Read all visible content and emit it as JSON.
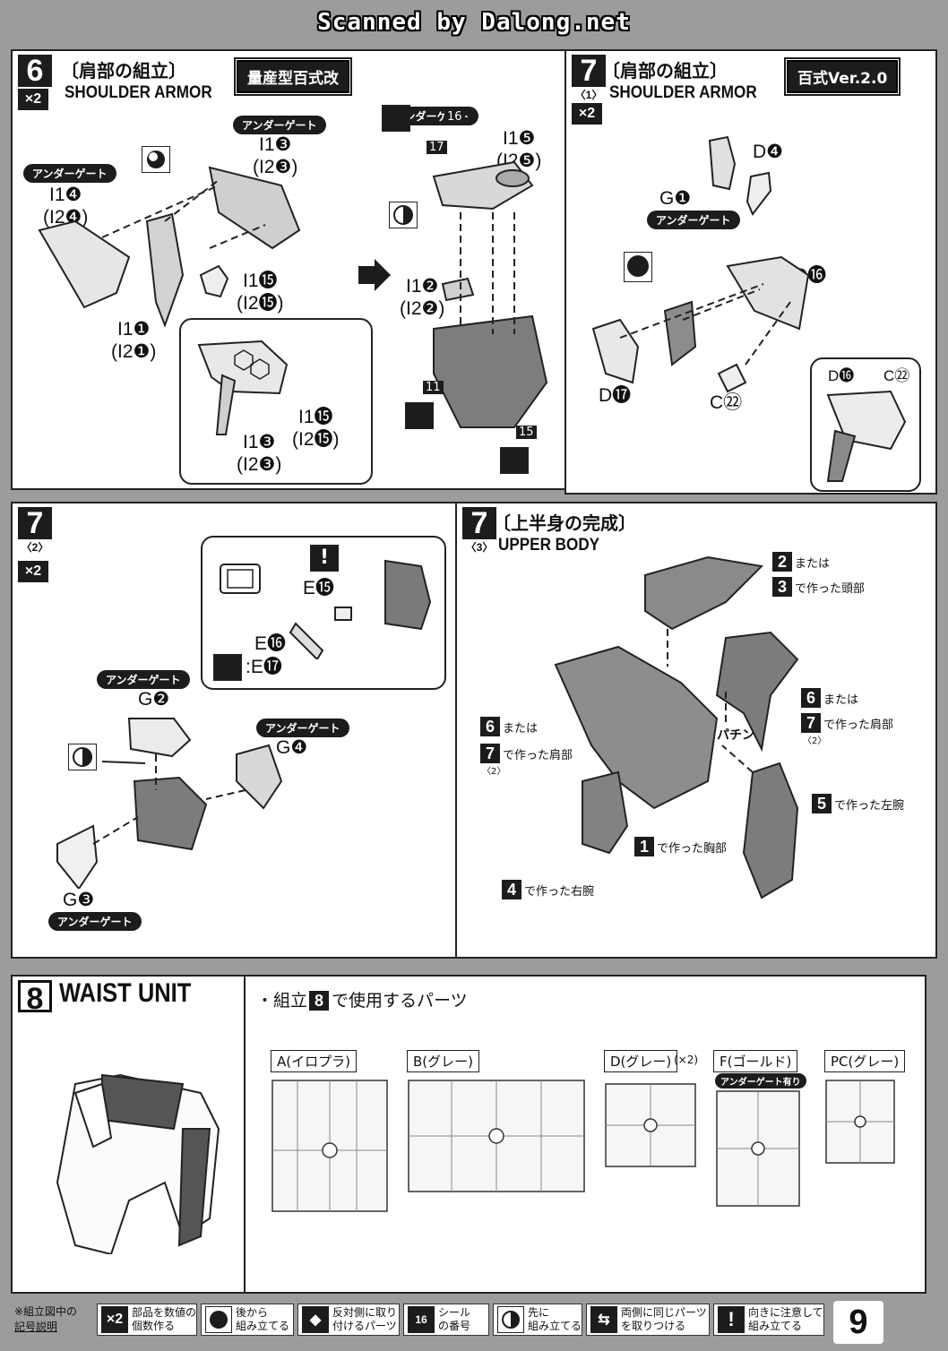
{
  "watermark": "Scanned by Dalong.net",
  "step6": {
    "number": "6",
    "count": "×2",
    "jp_title": "〔肩部の組立〕",
    "en_title": "SHOULDER ARMOR",
    "model_badge": "量産型百式改",
    "gate_labels": [
      "アンダーゲート",
      "アンダーゲート",
      "アンダーゲート"
    ],
    "parts": {
      "i1_4": "I1❹",
      "i2_4": "(I2❹)",
      "i1_3": "I1❸",
      "i2_3": "(I2❸)",
      "i1_1": "I1❶",
      "i2_1": "(I2❶)",
      "i1_15": "I1⓯",
      "i2_15": "(I2⓯)",
      "i1_15b": "I1⓯",
      "i2_15b": "(I2⓯)",
      "i1_3b": "I1❸",
      "i2_3b": "(I2❸)",
      "i1_5": "I1❺",
      "i2_5": "(I2❺)",
      "i1_2": "I1❷",
      "i2_2": "(I2❷)"
    },
    "seal_refs": [
      "16",
      "17",
      "11",
      "15"
    ]
  },
  "step7_1": {
    "number": "7",
    "sub": "〈1〉",
    "count": "×2",
    "jp_title": "〔肩部の組立〕",
    "en_title": "SHOULDER ARMOR",
    "model_badge": "百式Ver.2.0",
    "gate_label": "アンダーゲート",
    "parts": {
      "d4": "D❹",
      "g1": "G❶",
      "d16": "D⓰",
      "d17": "D⓱",
      "c22": "C㉒",
      "inset_d16": "D⓰",
      "inset_c22": "C㉒"
    }
  },
  "step7_2": {
    "number": "7",
    "sub": "〈2〉",
    "count": "×2",
    "gate_labels": [
      "アンダーゲート",
      "アンダーゲート",
      "アンダーゲート"
    ],
    "parts": {
      "e15": "E⓯",
      "e16": "E⓰",
      "e17": ":E⓱",
      "g2": "G❷",
      "g4": "G❹",
      "g3": "G❸"
    }
  },
  "step7_3": {
    "number": "7",
    "sub": "〈3〉",
    "jp_title": "〔上半身の完成〕",
    "en_title": "UPPER BODY",
    "callouts": {
      "head_a_num": "2",
      "head_a_txt": "または",
      "head_b_num": "3",
      "head_b_txt": "で作った頭部",
      "lshoulder_a_num": "6",
      "lshoulder_a_txt": "または",
      "lshoulder_b_num": "7",
      "lshoulder_b_sub": "〈2〉",
      "lshoulder_b_txt": "で作った肩部",
      "rshoulder_a_num": "6",
      "rshoulder_a_txt": "または",
      "rshoulder_b_num": "7",
      "rshoulder_b_sub": "〈2〉",
      "rshoulder_b_txt": "で作った肩部",
      "left_arm_num": "5",
      "left_arm_txt": "で作った左腕",
      "chest_num": "1",
      "chest_txt": "で作った胸部",
      "right_arm_num": "4",
      "right_arm_txt": "で作った右腕",
      "snap": "パチン"
    }
  },
  "step8": {
    "number": "8",
    "title": "WAIST UNIT",
    "parts_heading_pre": "・組立",
    "parts_heading_num": "8",
    "parts_heading_post": "で使用するパーツ",
    "runners": [
      {
        "label": "A(イロプラ)"
      },
      {
        "label": "B(グレー)"
      },
      {
        "label": "D(グレー)",
        "note": "(×2)"
      },
      {
        "label": "F(ゴールド)",
        "note": "アンダーゲート有り"
      },
      {
        "label": "PC(グレー)"
      }
    ]
  },
  "legend": {
    "title_line1": "※組立図中の",
    "title_line2": "記号説明",
    "items": [
      {
        "icon": "×2",
        "icon_name": "multiply-icon",
        "text1": "部品を数値の",
        "text2": "個数作る"
      },
      {
        "icon": "●",
        "icon_name": "rear-assembly-icon",
        "text1": "後から",
        "text2": "組み立てる"
      },
      {
        "icon": "◆",
        "icon_name": "opposite-side-icon",
        "text1": "反対側に取り",
        "text2": "付けるパーツ"
      },
      {
        "icon": "16",
        "icon_name": "seal-icon",
        "text1": "シール",
        "text2": "の番号"
      },
      {
        "icon": "◐",
        "icon_name": "pre-assembly-icon",
        "text1": "先に",
        "text2": "組み立てる"
      },
      {
        "icon": "⇆",
        "icon_name": "both-sides-icon",
        "text1": "両側に同じパーツ",
        "text2": "を取りつける"
      },
      {
        "icon": "!",
        "icon_name": "caution-icon",
        "text1": "向きに注意して",
        "text2": "組み立てる"
      }
    ],
    "page_number": "9"
  }
}
